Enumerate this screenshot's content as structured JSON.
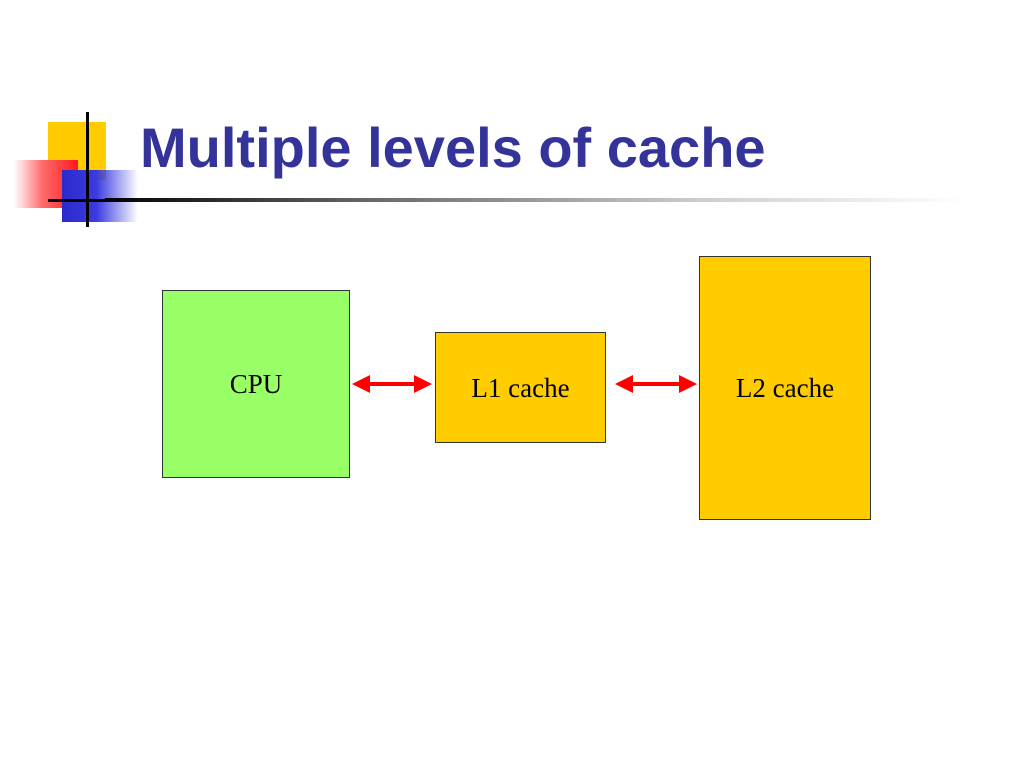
{
  "slide": {
    "title": "Multiple levels of cache"
  },
  "diagram": {
    "nodes": [
      {
        "id": "cpu",
        "label": "CPU",
        "color": "#99ff66"
      },
      {
        "id": "l1",
        "label": "L1 cache",
        "color": "#ffcc00"
      },
      {
        "id": "l2",
        "label": "L2 cache",
        "color": "#ffcc00"
      }
    ],
    "edges": [
      {
        "from": "cpu",
        "to": "l1",
        "direction": "bidirectional",
        "color": "#ff0000"
      },
      {
        "from": "l1",
        "to": "l2",
        "direction": "bidirectional",
        "color": "#ff0000"
      }
    ]
  },
  "colors": {
    "title": "#333399",
    "arrow": "#ff0000",
    "logo_yellow": "#ffcc00",
    "logo_red": "#ff1a1a",
    "logo_blue": "#2a2acc"
  }
}
